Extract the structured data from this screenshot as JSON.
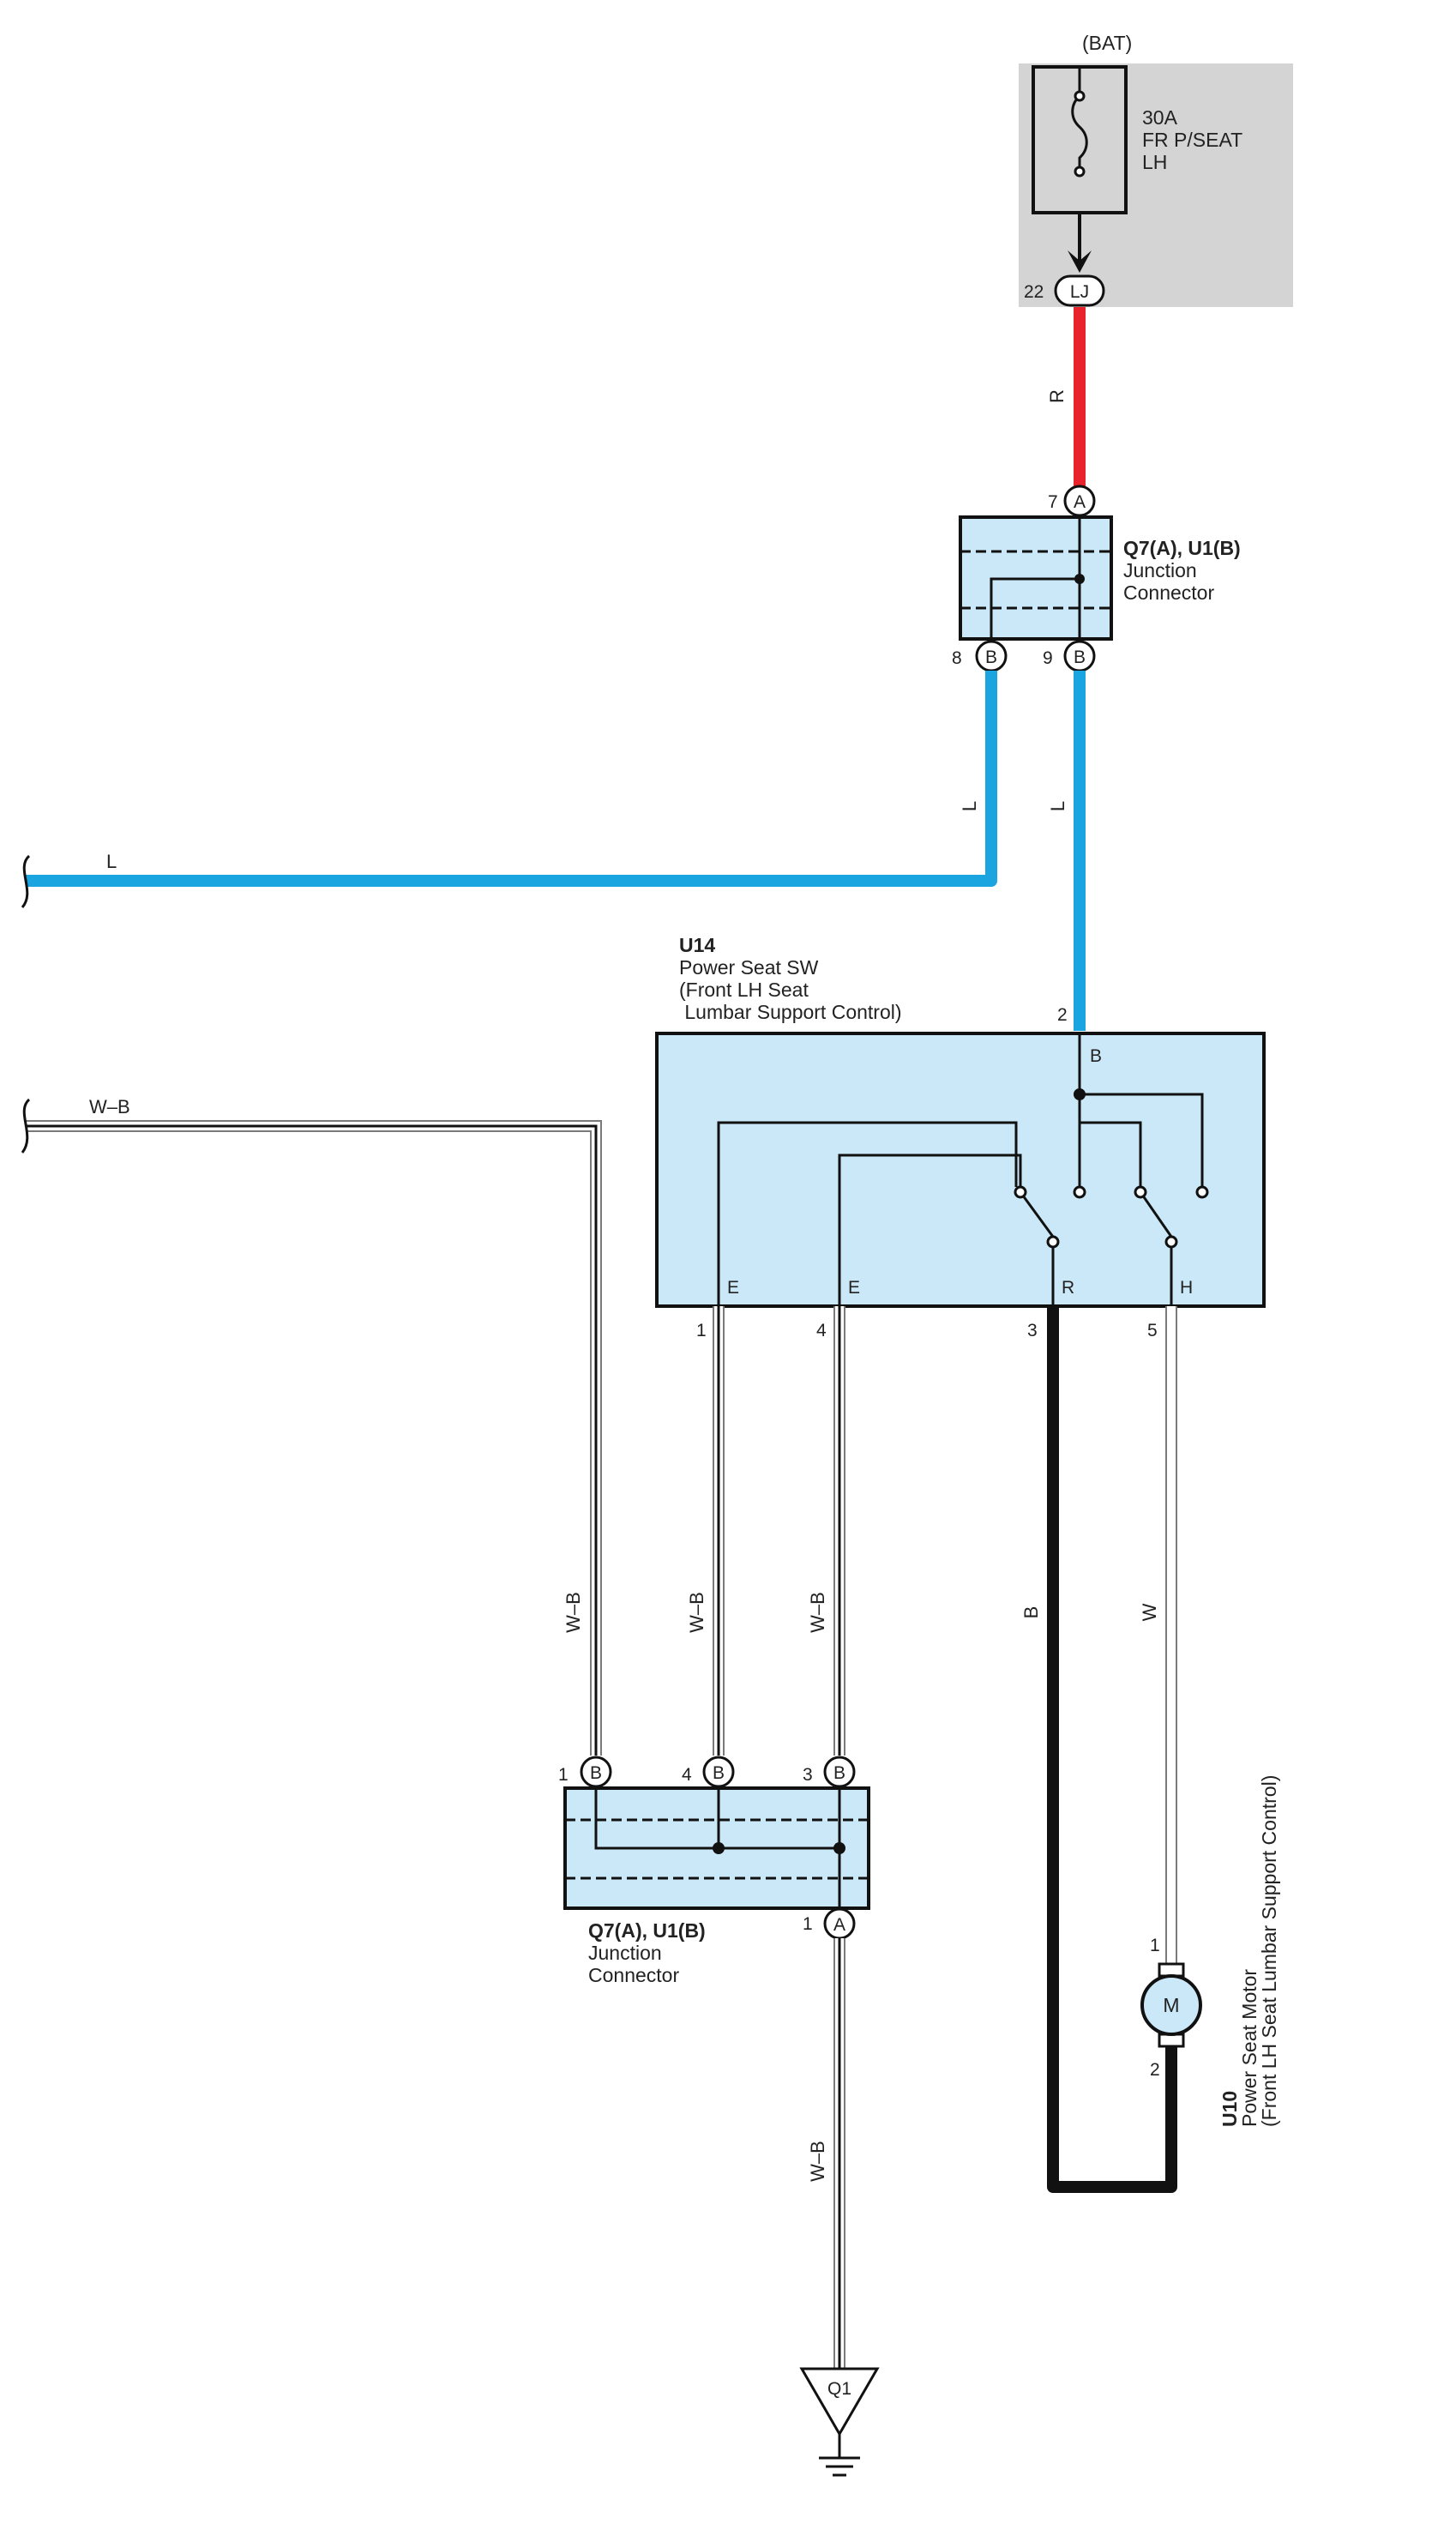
{
  "colors": {
    "red_wire": "#e8232b",
    "blue_wire": "#1aa5e0",
    "black_wire": "#111111",
    "white_wire_outline": "#7a7a7a",
    "component_fill": "#cbe8f8",
    "fuse_box_fill": "#d4d4d4",
    "line": "#111111"
  },
  "battery": {
    "label": "(BAT)",
    "fuse_rating": "30A",
    "fuse_name_line1": "FR P/SEAT",
    "fuse_name_line2": "LH",
    "pin": "22",
    "connector": "LJ",
    "fuse_icon": "fuse-icon"
  },
  "wires": {
    "bat_to_jc": "R",
    "jc_out_left": "L",
    "jc_out_right": "L",
    "left_l_run": "L",
    "left_wb_run": "W–B",
    "wb_left_vertical": "W–B",
    "wb_pin1": "W–B",
    "wb_pin4": "W–B",
    "sw_to_motor_black": "B",
    "sw_to_motor_white": "W",
    "wb_to_ground": "W–B"
  },
  "junction_top": {
    "title": "Q7(A), U1(B)",
    "line2": "Junction",
    "line3": "Connector",
    "in_pin": "7",
    "in_conn": "A",
    "out_pin_left": "8",
    "out_conn_left": "B",
    "out_pin_right": "9",
    "out_conn_right": "B"
  },
  "switch": {
    "id": "U14",
    "name_line1": "Power Seat SW",
    "name_line2": "(Front LH Seat",
    "name_line3": " Lumbar Support Control)",
    "input_pin": "2",
    "input_terminal": "B",
    "terminals": [
      "E",
      "E",
      "R",
      "H"
    ],
    "pins": [
      "1",
      "4",
      "3",
      "5"
    ]
  },
  "junction_bottom": {
    "title": "Q7(A), U1(B)",
    "line2": "Junction",
    "line3": "Connector",
    "in_pins": [
      "1",
      "4",
      "3"
    ],
    "in_conns": [
      "B",
      "B",
      "B"
    ],
    "out_pin": "1",
    "out_conn": "A"
  },
  "motor": {
    "id": "U10",
    "name_line1": "Power Seat Motor",
    "name_line2": "(Front LH Seat Lumbar Support Control)",
    "symbol": "M",
    "pin_top": "1",
    "pin_bottom": "2",
    "icon": "motor-icon"
  },
  "ground": {
    "label": "Q1",
    "icon": "ground-icon"
  }
}
